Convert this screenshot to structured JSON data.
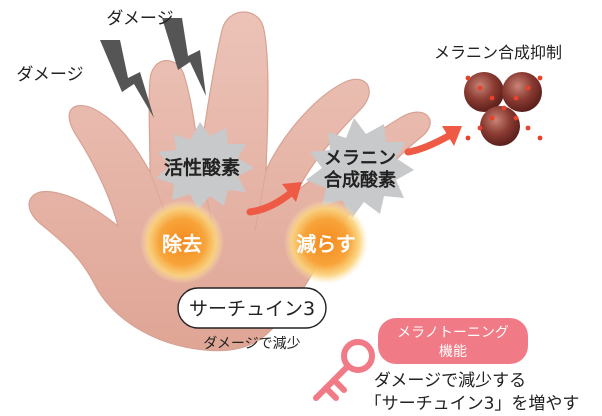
{
  "labels": {
    "damage_top": "ダメージ",
    "damage_left": "ダメージ",
    "active_oxygen": "活性酸素",
    "melanin_line1": "メラニン",
    "melanin_line2": "合成酸素",
    "melanin_suppress": "メラニン合成抑制",
    "remove": "除去",
    "reduce": "減らす",
    "sirtuin": "サーチュイン3",
    "damage_reduce": "ダメージで減少",
    "feature_line1": "メラノトーニング",
    "feature_line2": "機能",
    "caption_line1": "ダメージで減少する",
    "caption_line2": "「サーチュイン3」を増やす"
  },
  "colors": {
    "hand": "#e6b5a9",
    "hand_outline": "#d9a090",
    "burst": "#c8c9ca",
    "glow_core": "#f7941d",
    "arrow": "#ee5a43",
    "feature_badge": "#f07a85",
    "key": "#f07a85",
    "lightning": "#555555",
    "sphere": "#8a3b32"
  },
  "icons": [
    "lightning-icon",
    "key-icon",
    "melanin-sphere-icon",
    "arrow-icon"
  ]
}
